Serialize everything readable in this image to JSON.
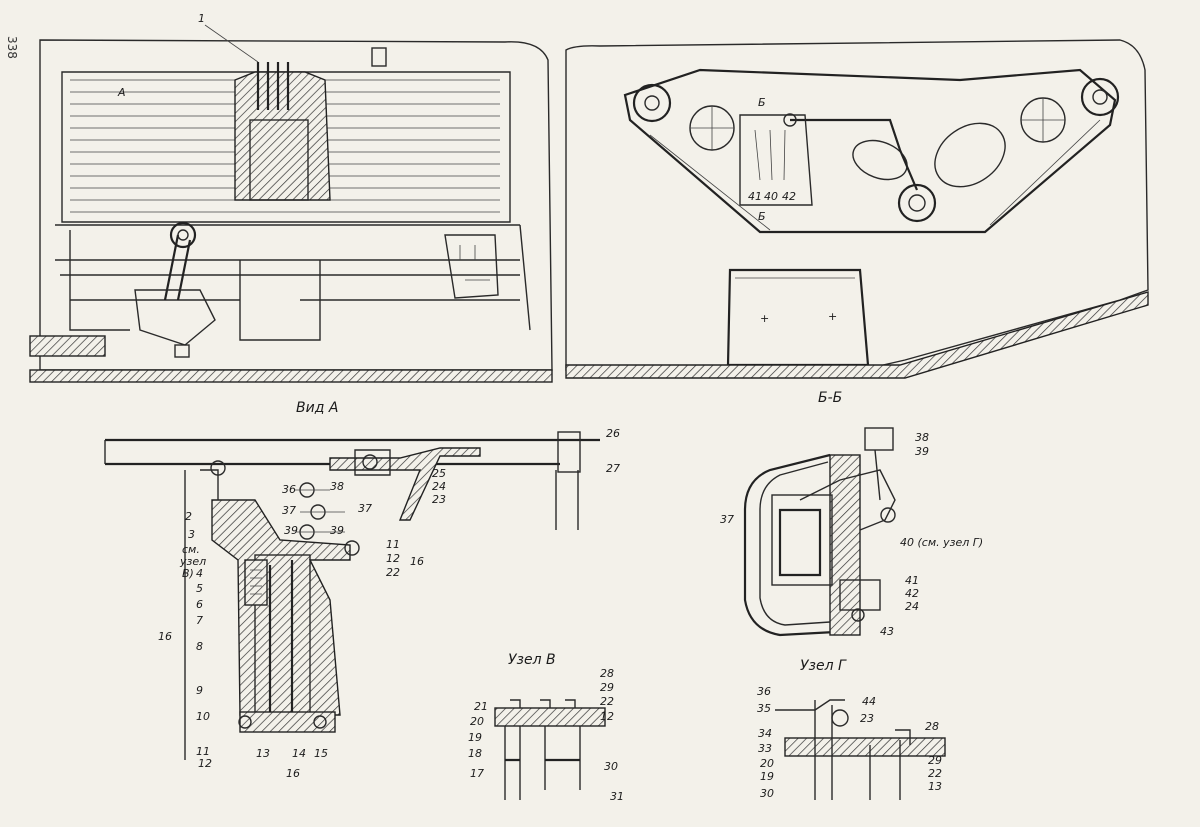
{
  "page_number": "338",
  "captions": {
    "view_a": "Вид А",
    "section_bb": "Б-Б",
    "node_v": "Узел В",
    "node_g": "Узел Г"
  },
  "top_left": {
    "label_1": "1",
    "label_a": "А"
  },
  "top_right": {
    "label_b_top": "Б",
    "label_b_bottom": "Б",
    "label_41": "41",
    "label_40": "40",
    "label_42": "42"
  },
  "view_a_labels": [
    "2",
    "3",
    "см.",
    "узел",
    "В)",
    "4",
    "5",
    "6",
    "7",
    "8",
    "9",
    "10",
    "11",
    "12",
    "16",
    "13",
    "14",
    "15",
    "16",
    "36",
    "38",
    "37",
    "37",
    "39",
    "39",
    "11",
    "12",
    "22",
    "16",
    "25",
    "24",
    "23",
    "26",
    "27"
  ],
  "section_bb_labels": [
    "38",
    "39",
    "37",
    "40 (см. узел Г)",
    "41",
    "42",
    "24",
    "43"
  ],
  "node_v_labels": [
    "28",
    "29",
    "22",
    "12",
    "21",
    "20",
    "19",
    "18",
    "17",
    "30",
    "31"
  ],
  "node_g_labels": [
    "36",
    "35",
    "34",
    "33",
    "20",
    "19",
    "30",
    "44",
    "23",
    "28",
    "29",
    "22",
    "13"
  ]
}
